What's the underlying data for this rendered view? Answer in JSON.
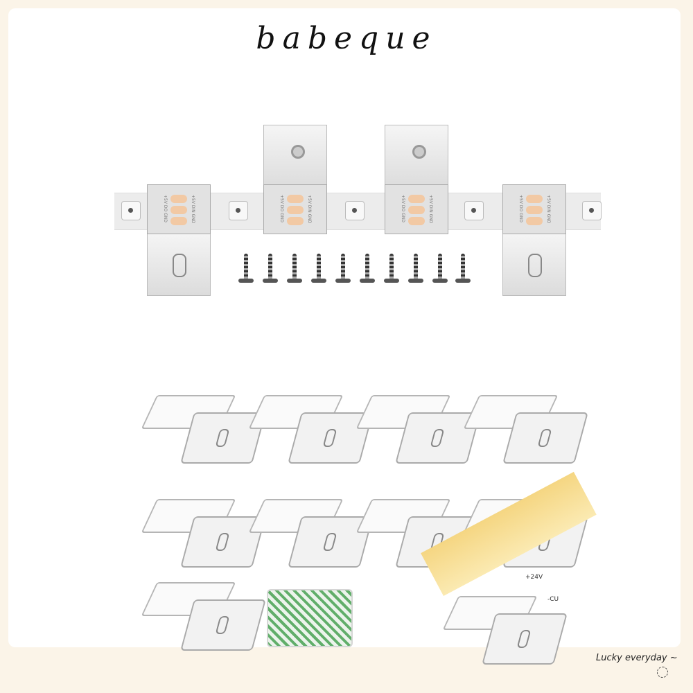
{
  "brand": "babeque",
  "strip_labels": {
    "top": "+5V DO GND",
    "bottom": "+5V DIN GND"
  },
  "cob_labels": {
    "plus": "+24V",
    "minus": "-CU"
  },
  "tagline": "Lucky everyday ~",
  "colors": {
    "border": "#fbf4e8",
    "pad": "#f2c9a4",
    "cob_strip": "#f5d682",
    "tape": "#3a9a46"
  }
}
